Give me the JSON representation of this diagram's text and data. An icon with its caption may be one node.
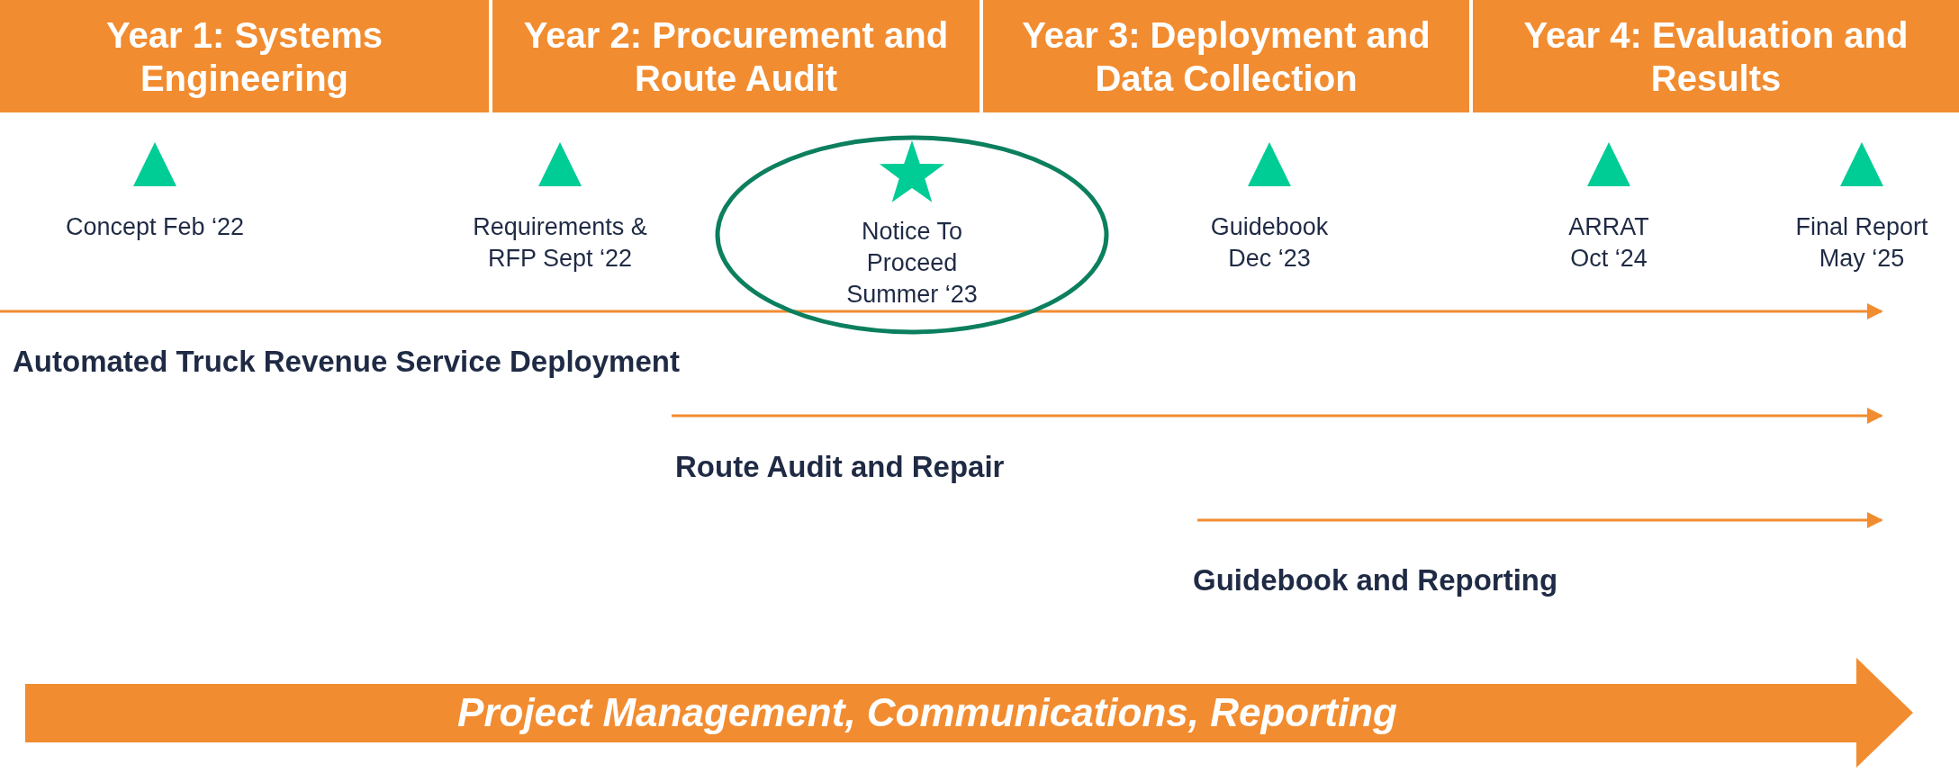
{
  "diagram": {
    "nodes": [
      {
        "text": [
          "Year 1: Systems Engineering"
        ]
      },
      {
        "text": [
          "Year 2: Procurement and Route Audit"
        ]
      },
      {
        "text": [
          "Year 3: Deployment and Data Collection"
        ]
      },
      {
        "text": [
          "Year 4: Evaluation and Results"
        ]
      },
      {
        "text": [
          "Notice To Proceed Summer ‘23"
        ]
      },
      {
        "text": [
          "Project Management, Communications, Reporting"
        ]
      }
    ],
    "edges": [],
    "labels": [
      "Concept Feb ‘22",
      "Requirements & RFP Sept ‘22",
      "Guidebook Dec ‘23",
      "ARRAT Oct ‘24",
      "Final Report May ‘25",
      "Automated Truck Revenue Service Deployment",
      "Route Audit and Repair",
      "Guidebook and Reporting"
    ]
  }
}
